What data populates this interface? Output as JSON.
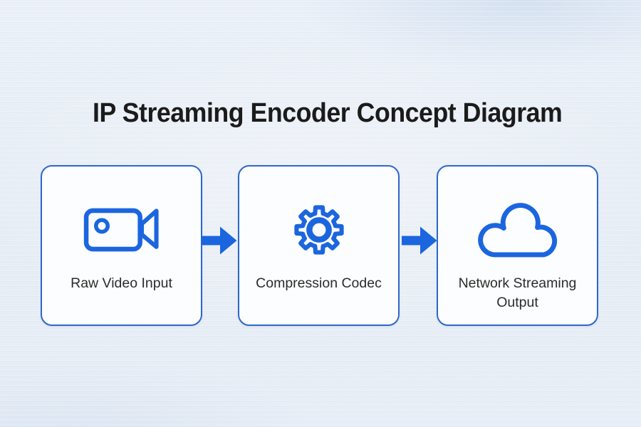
{
  "title": "IP Streaming Encoder Concept Diagram",
  "nodes": [
    {
      "id": "raw-video-input",
      "label": "Raw Video Input",
      "icon": "video-camera-icon"
    },
    {
      "id": "compression-codec",
      "label": "Compression Codec",
      "icon": "gear-icon"
    },
    {
      "id": "network-streaming-output",
      "label": "Network Streaming Output",
      "icon": "cloud-icon"
    }
  ],
  "connectors": [
    {
      "shape": "arrow-right",
      "from": "raw-video-input",
      "to": "compression-codec"
    },
    {
      "shape": "arrow-right",
      "from": "compression-codec",
      "to": "network-streaming-output"
    }
  ],
  "colors": {
    "background": "#e9eff6",
    "accent": "#1b66df",
    "box_border": "#2c68cb",
    "box_fill": "#fcfdfe",
    "title_text": "#1b1b1b",
    "label_text": "#2b2b2b"
  }
}
